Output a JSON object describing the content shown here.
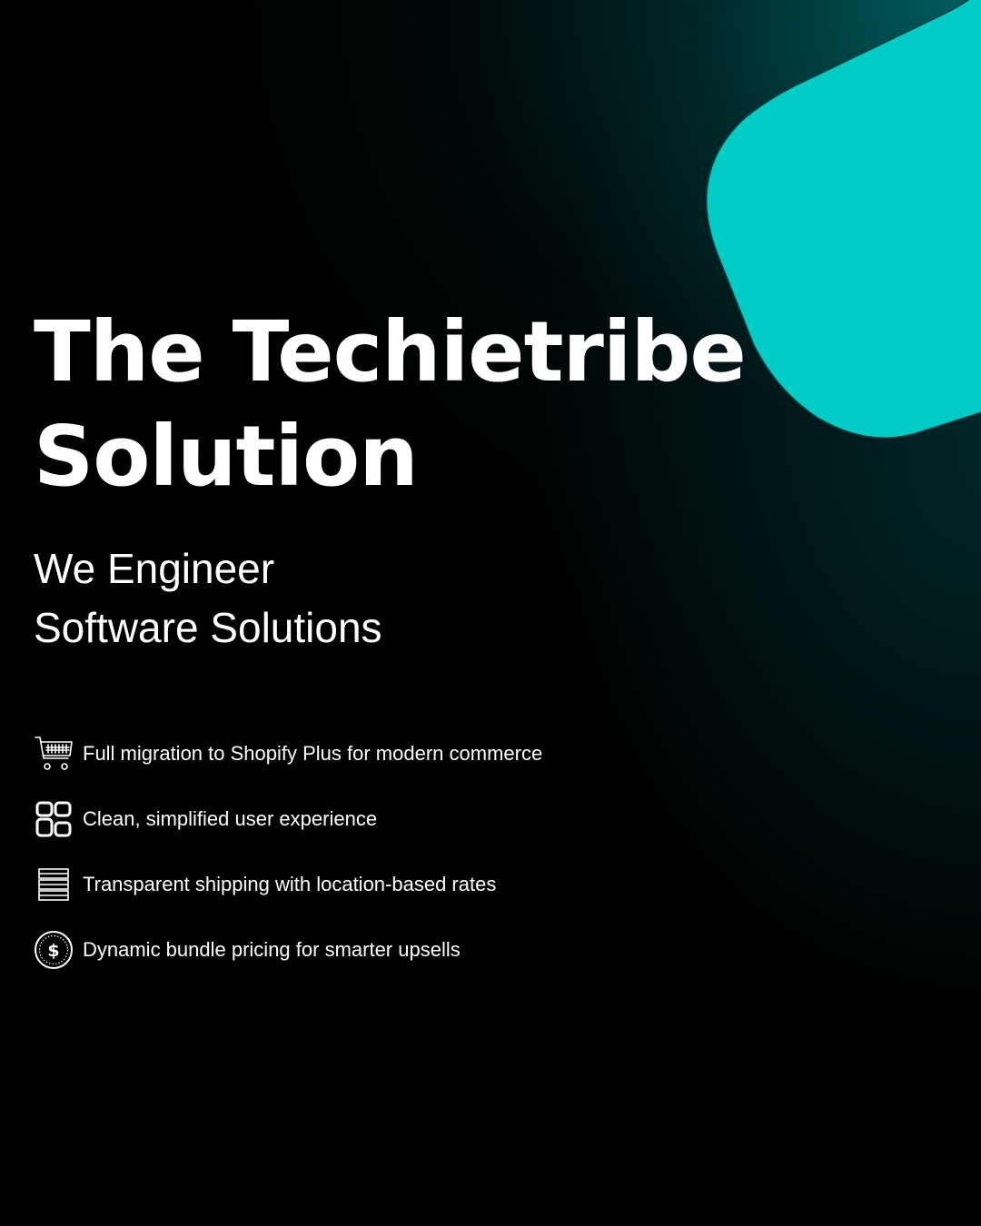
{
  "headline": {
    "line1": "The Techietribe",
    "line2": "Solution"
  },
  "subheadline": {
    "line1": "We Engineer",
    "line2": "Software Solutions"
  },
  "features": [
    {
      "icon": "shopping-cart-icon",
      "text": "Full migration to Shopify Plus for modern commerce"
    },
    {
      "icon": "layout-grid-icon",
      "text": "Clean, simplified user experience"
    },
    {
      "icon": "server-rack-icon",
      "text": "Transparent shipping with location-based rates"
    },
    {
      "icon": "dollar-coin-icon",
      "text": "Dynamic bundle pricing for smarter upsells"
    }
  ],
  "colors": {
    "background": "#000000",
    "accent_shape": "#00CCC6",
    "glow": "#006E6E",
    "text": "#FFFFFF"
  }
}
